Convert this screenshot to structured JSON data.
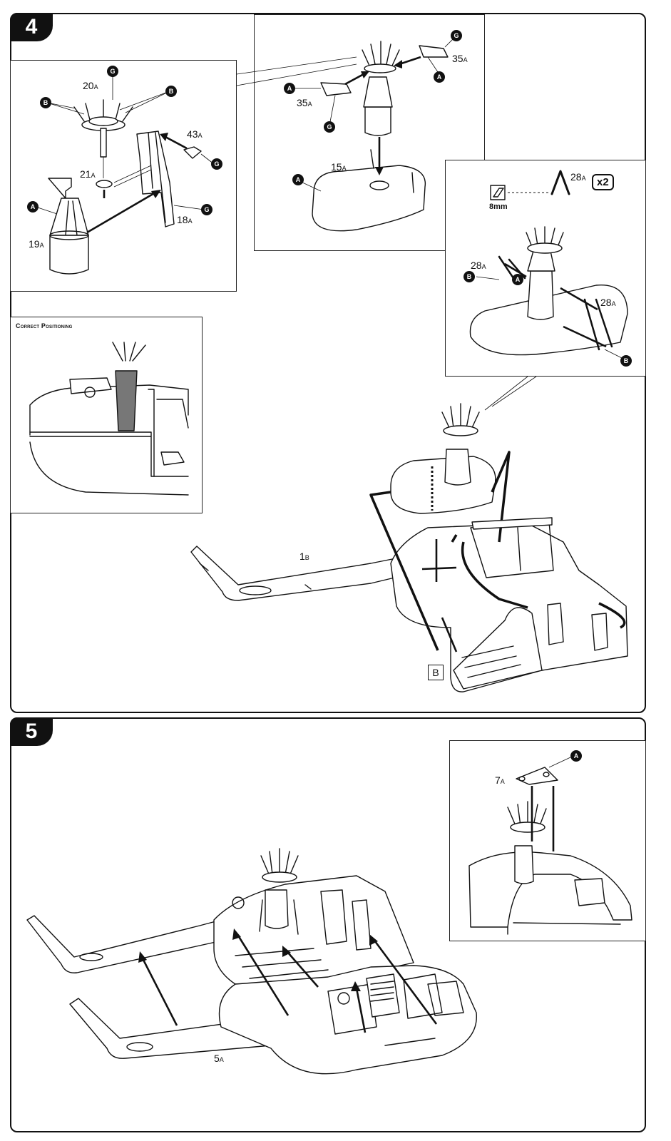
{
  "steps": [
    {
      "number": "4",
      "callouts": {
        "rotor_head_box": {
          "parts": [
            {
              "num": "20",
              "suffix": "A"
            },
            {
              "num": "21",
              "suffix": "A"
            },
            {
              "num": "19",
              "suffix": "A"
            },
            {
              "num": "43",
              "suffix": "A"
            },
            {
              "num": "18",
              "suffix": "A"
            }
          ],
          "tags": [
            "G",
            "B",
            "B",
            "A",
            "G",
            "G"
          ]
        },
        "platform_box": {
          "parts": [
            {
              "num": "35",
              "suffix": "A"
            },
            {
              "num": "35",
              "suffix": "A"
            },
            {
              "num": "15",
              "suffix": "A"
            }
          ],
          "tags": [
            "G",
            "A",
            "A",
            "G",
            "A"
          ]
        },
        "support_box": {
          "cut_length": "8mm",
          "quantity": "x2",
          "parts": [
            {
              "num": "28",
              "suffix": "A"
            },
            {
              "num": "28",
              "suffix": "A"
            },
            {
              "num": "28",
              "suffix": "A"
            }
          ],
          "tags": [
            "B",
            "A",
            "B"
          ]
        },
        "positioning_box": {
          "caption": "Correct Positioning"
        }
      },
      "main": {
        "part": {
          "num": "1",
          "suffix": "B"
        },
        "reference": "B"
      }
    },
    {
      "number": "5",
      "callouts": {
        "cowl_box": {
          "parts": [
            {
              "num": "7",
              "suffix": "A"
            }
          ],
          "tags": [
            "A"
          ]
        }
      },
      "main": {
        "part": {
          "num": "5",
          "suffix": "A"
        }
      }
    }
  ]
}
